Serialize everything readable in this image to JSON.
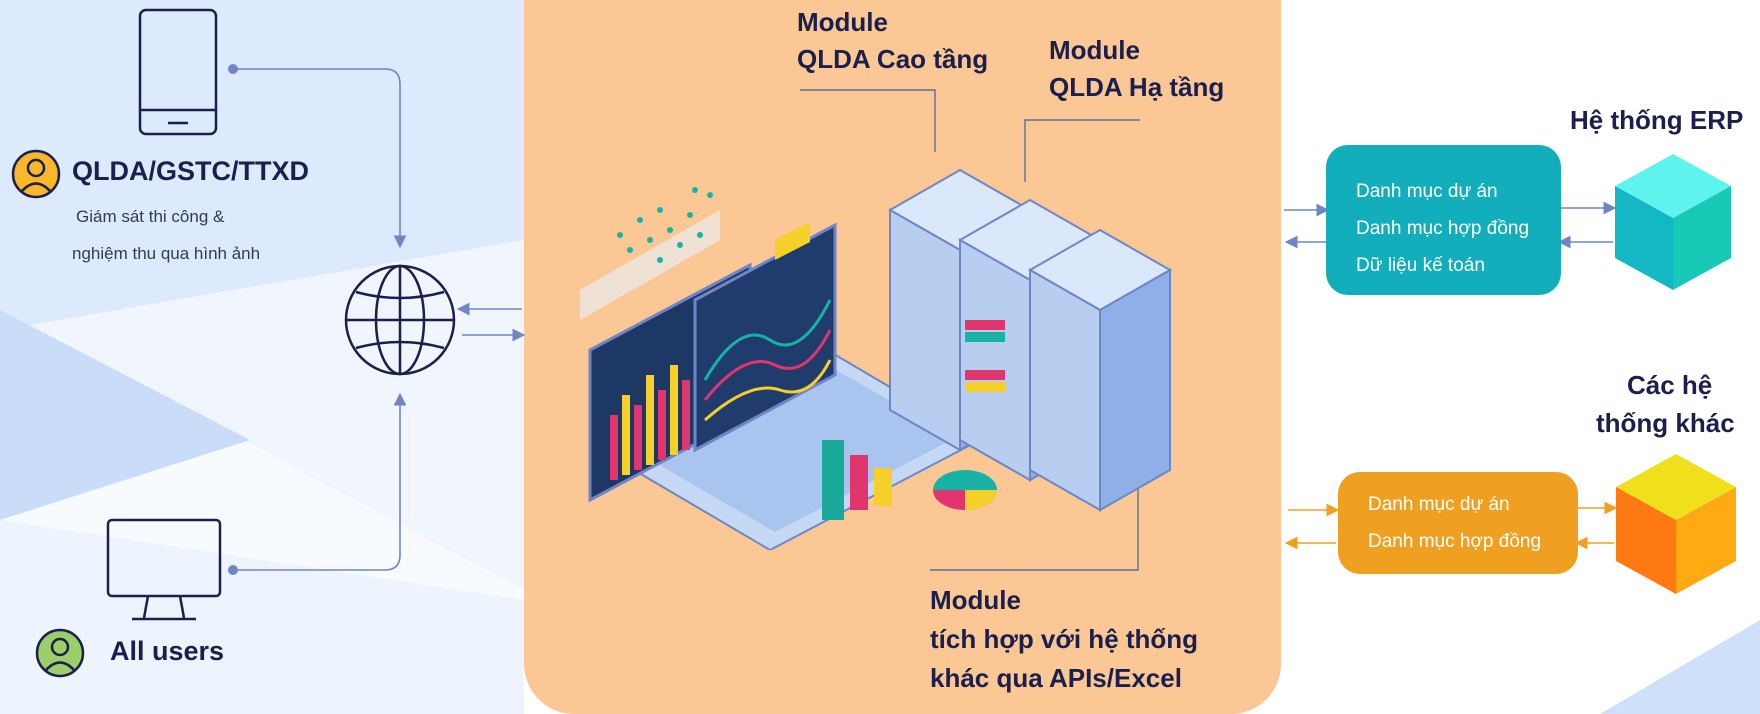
{
  "left": {
    "role_title": "QLDA/GSTC/TTXD",
    "role_desc_line1": "Giám sát thi công &",
    "role_desc_line2": "nghiệm thu qua hình ảnh",
    "all_users": "All users"
  },
  "modules": {
    "cao_tang_line1": "Module",
    "cao_tang_line2": "QLDA Cao tầng",
    "ha_tang_line1": "Module",
    "ha_tang_line2": "QLDA Hạ tầng",
    "tich_hop_line1": "Module",
    "tich_hop_line2": "tích hợp với hệ thống",
    "tich_hop_line3": "khác qua APIs/Excel"
  },
  "erp": {
    "title": "Hệ thống ERP",
    "items": [
      "Danh mục dự án",
      "Danh mục hợp đồng",
      "Dữ liệu kế toán"
    ],
    "color": "#12aebb"
  },
  "other": {
    "title_line1": "Các hệ",
    "title_line2": "thống khác",
    "items": [
      "Danh mục dự án",
      "Danh mục hợp đồng"
    ],
    "color": "#f0a020"
  },
  "colors": {
    "navy": "#1a1f4d",
    "panel": "#fbc794",
    "left_bg": "#dbe8fb"
  }
}
